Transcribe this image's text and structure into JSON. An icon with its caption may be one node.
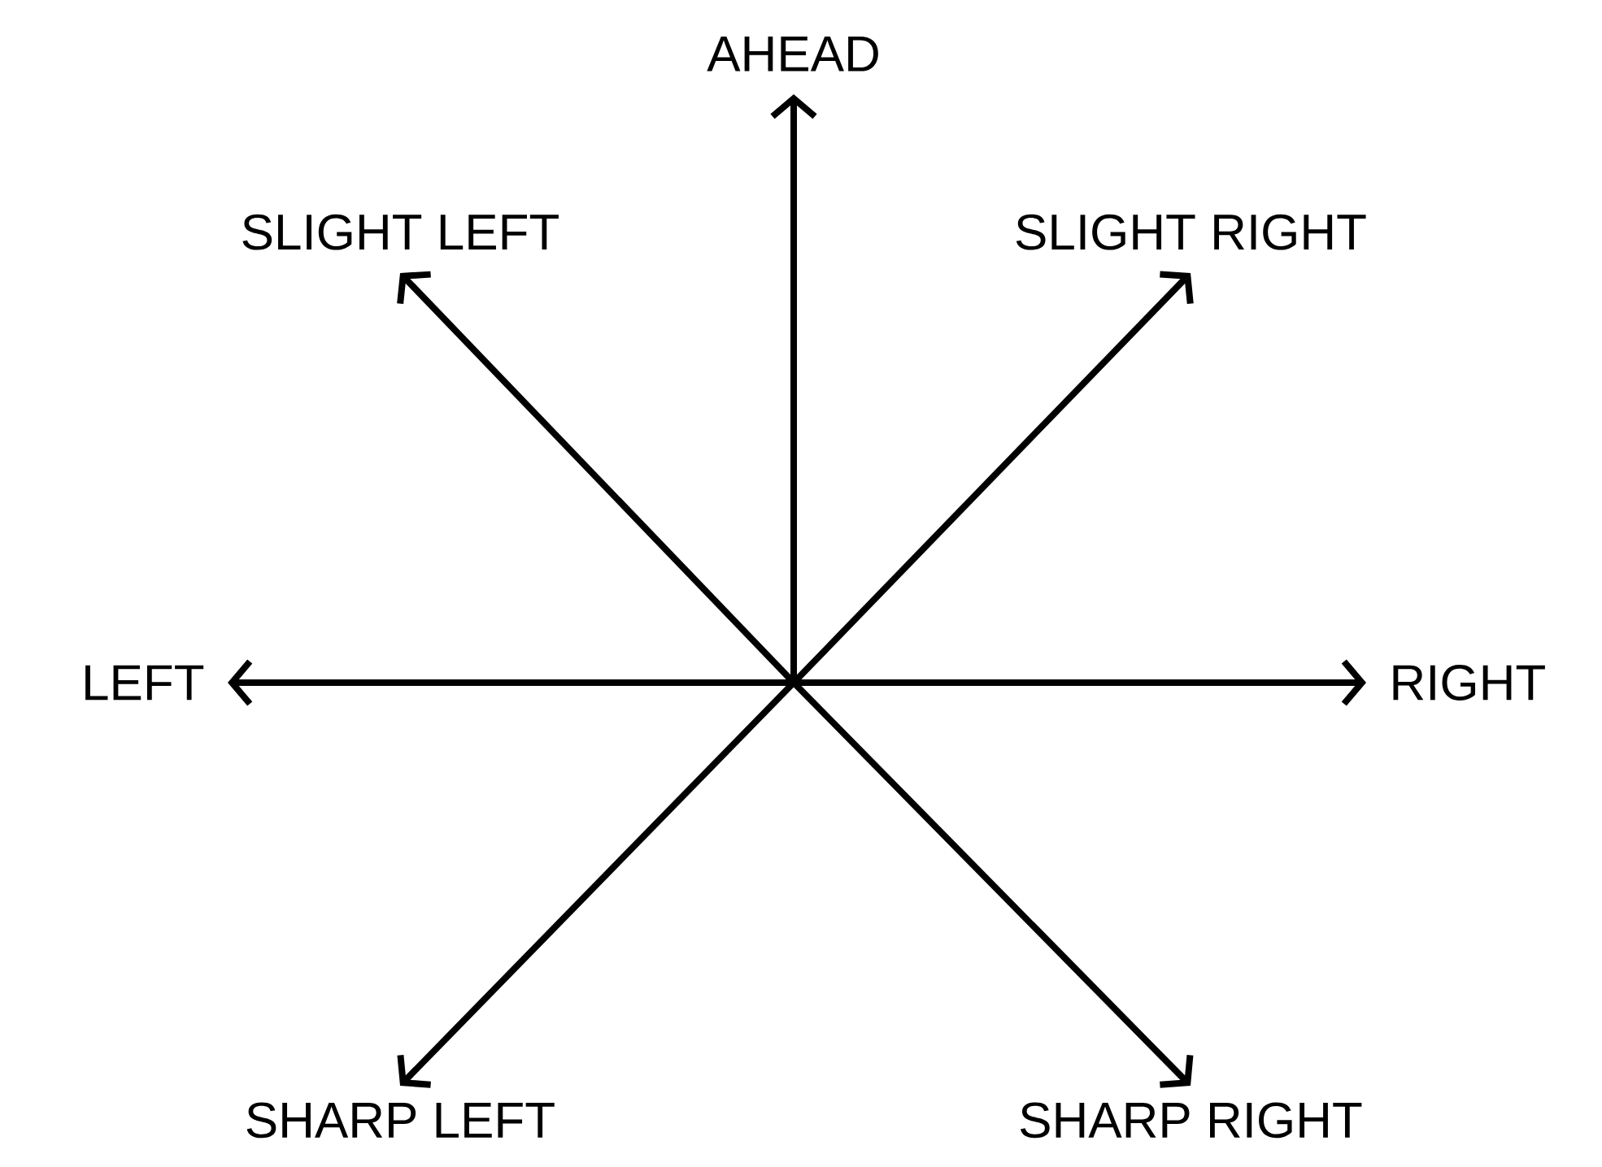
{
  "diagram": {
    "nodes": [
      {
        "text": [
          "AHEAD"
        ]
      },
      {
        "text": [
          "SLIGHT LEFT"
        ]
      },
      {
        "text": [
          "SLIGHT RIGHT"
        ]
      },
      {
        "text": [
          "LEFT"
        ]
      },
      {
        "text": [
          "RIGHT"
        ]
      },
      {
        "text": [
          "SHARP LEFT"
        ]
      },
      {
        "text": [
          "SHARP RIGHT"
        ]
      }
    ],
    "edges": [
      {
        "from": null,
        "to": 0,
        "arrow": "to"
      },
      {
        "from": null,
        "to": 1,
        "arrow": "to"
      },
      {
        "from": null,
        "to": 2,
        "arrow": "to"
      },
      {
        "from": null,
        "to": 3,
        "arrow": "to"
      },
      {
        "from": null,
        "to": 4,
        "arrow": "to"
      },
      {
        "from": null,
        "to": 5,
        "arrow": "to"
      },
      {
        "from": null,
        "to": 6,
        "arrow": "to"
      }
    ]
  }
}
